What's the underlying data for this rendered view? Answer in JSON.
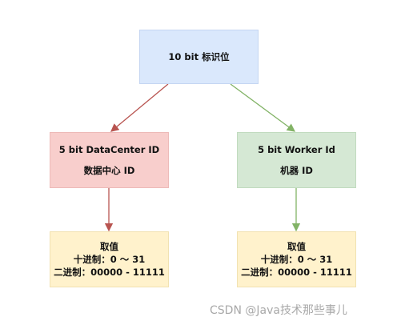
{
  "root": {
    "label": "10 bit 标识位"
  },
  "datacenter": {
    "title": "5 bit DataCenter ID",
    "subtitle": "数据中心 ID"
  },
  "worker": {
    "title": "5 bit Worker Id",
    "subtitle": "机器 ID"
  },
  "datacenter_range": {
    "line1": "取值",
    "line2": "十进制：0 ～ 31",
    "line3": "二进制：00000 - 11111"
  },
  "worker_range": {
    "line1": "取值",
    "line2": "十进制：0 ～ 31",
    "line3": "二进制：00000 - 11111"
  },
  "colors": {
    "root_fill": "#dae8fc",
    "datacenter_fill": "#f8cecc",
    "worker_fill": "#d5e8d4",
    "range_fill": "#fff2cc",
    "datacenter_edge": "#b85450",
    "worker_edge": "#82b366"
  },
  "watermark": "CSDN @Java技术那些事儿"
}
